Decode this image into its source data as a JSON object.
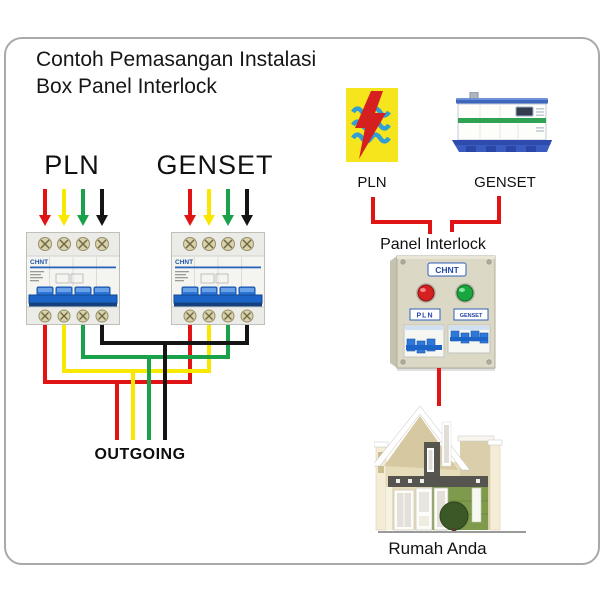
{
  "title": {
    "line1": "Contoh Pemasangan Instalasi",
    "line2": "Box Panel Interlock"
  },
  "sources": {
    "pln_heading": "PLN",
    "genset_heading": "GENSET"
  },
  "breakers": {
    "brand": "CHNT",
    "type": "4-pole MCB",
    "toggle_color": "#2b74d8"
  },
  "wiring": {
    "outgoing_label": "OUTGOING",
    "phase_colors": [
      {
        "name": "red",
        "hex": "#e01414"
      },
      {
        "name": "yellow",
        "hex": "#f8e800"
      },
      {
        "name": "green",
        "hex": "#1aa24b"
      },
      {
        "name": "black",
        "hex": "#151515"
      }
    ]
  },
  "right_flow": {
    "pln_caption": "PLN",
    "genset_caption": "GENSET",
    "panel_title": "Panel Interlock",
    "panel_brand": "CHNT",
    "panel_breaker_left_label": "PLN",
    "panel_breaker_right_label": "GENSET",
    "house_caption": "Rumah Anda",
    "connector_color": "#e01414",
    "pln_logo_colors": {
      "background": "#f6e41c",
      "bolt": "#d62020",
      "waves": "#2f9fd6"
    },
    "panel_pilot_lights": {
      "left": "#d42020",
      "right": "#19a63e"
    }
  }
}
